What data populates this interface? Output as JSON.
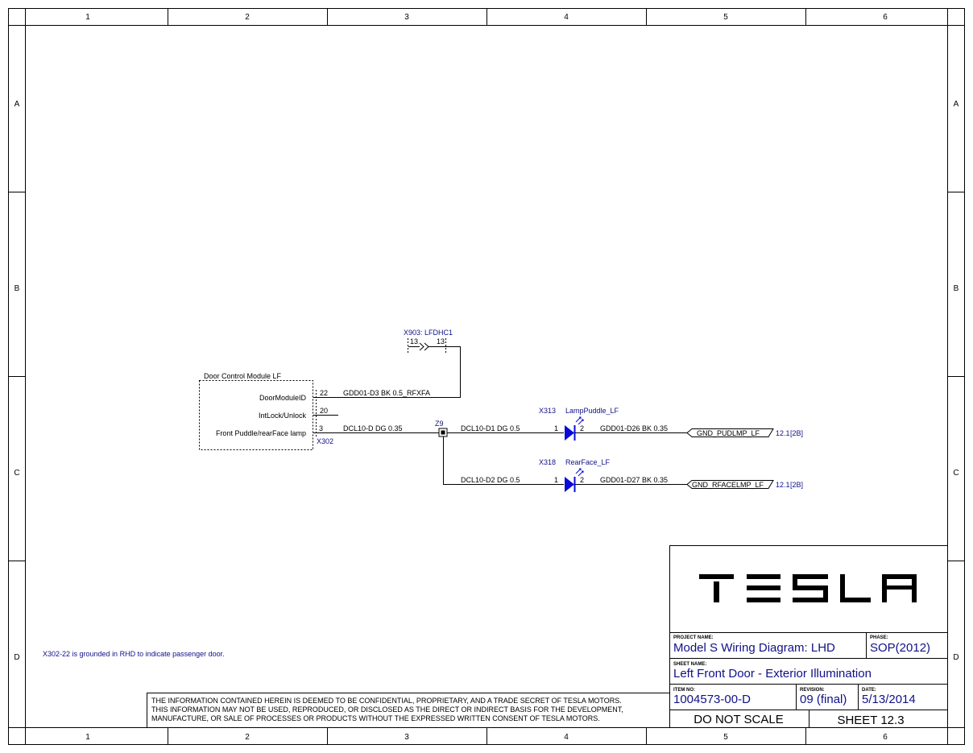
{
  "border": {
    "columns": [
      "1",
      "2",
      "3",
      "4",
      "5",
      "6"
    ],
    "rows": [
      "A",
      "B",
      "C",
      "D"
    ]
  },
  "components": {
    "door_module": {
      "title": "Door Control Module LF",
      "connector": "X302",
      "pins": [
        {
          "label": "DoorModuleID",
          "pin": "22"
        },
        {
          "label": "IntLock/Unlock",
          "pin": "20"
        },
        {
          "label": "Front Puddle/rearFace lamp",
          "pin": "3"
        }
      ]
    },
    "inline_connector": {
      "name": "X903: LFDHC1",
      "pin_left": "13",
      "pin_right": "13"
    },
    "splice": {
      "name": "Z9"
    },
    "lamps": [
      {
        "connector": "X313",
        "name": "LampPuddle_LF",
        "pin_in": "1",
        "pin_out": "2"
      },
      {
        "connector": "X318",
        "name": "RearFace_LF",
        "pin_in": "1",
        "pin_out": "2"
      }
    ],
    "grounds": [
      {
        "net": "GND_PUDLMP_LF",
        "ref_sheet": "12.1",
        "ref_zone": "[2B]"
      },
      {
        "net": "GND_RFACELMP_LF",
        "ref_sheet": "12.1",
        "ref_zone": "[2B]"
      }
    ]
  },
  "wires": {
    "gdd01_d3": "GDD01-D3 BK 0.5_RFXFA",
    "dcl10_d": "DCL10-D DG 0.35",
    "dcl10_d1": "DCL10-D1 DG 0.5",
    "dcl10_d2": "DCL10-D2 DG 0.5",
    "gdd01_d26": "GDD01-D26 BK 0.35",
    "gdd01_d27": "GDD01-D27 BK 0.35"
  },
  "note": "X302-22 is grounded in RHD to indicate passenger door.",
  "disclaimer": [
    "THE INFORMATION CONTAINED HEREIN IS DEEMED TO BE CONFIDENTIAL, PROPRIETARY, AND A TRADE SECRET OF TESLA MOTORS.",
    "THIS INFORMATION MAY NOT BE USED, REPRODUCED, OR DISCLOSED AS THE DIRECT OR INDIRECT BASIS FOR THE DEVELOPMENT,",
    "MANUFACTURE, OR SALE OF PROCESSES OR PRODUCTS WITHOUT THE EXPRESSED WRITTEN CONSENT OF TESLA MOTORS."
  ],
  "title_block": {
    "logo": "TESLA",
    "project_name_label": "PROJECT NAME:",
    "project_name": "Model S Wiring Diagram: LHD",
    "phase_label": "PHASE:",
    "phase": "SOP(2012)",
    "sheet_name_label": "SHEET NAME:",
    "sheet_name": "Left Front Door - Exterior Illumination",
    "item_no_label": "ITEM NO:",
    "item_no": "1004573-00-D",
    "revision_label": "REVISION:",
    "revision": "09 (final)",
    "date_label": "DATE:",
    "date": "5/13/2014",
    "do_not_scale": "DO NOT SCALE",
    "sheet": "SHEET 12.3"
  },
  "colors": {
    "line": "#000000",
    "label_blue": "#101088",
    "lamp_blue": "#0a0ad8"
  }
}
